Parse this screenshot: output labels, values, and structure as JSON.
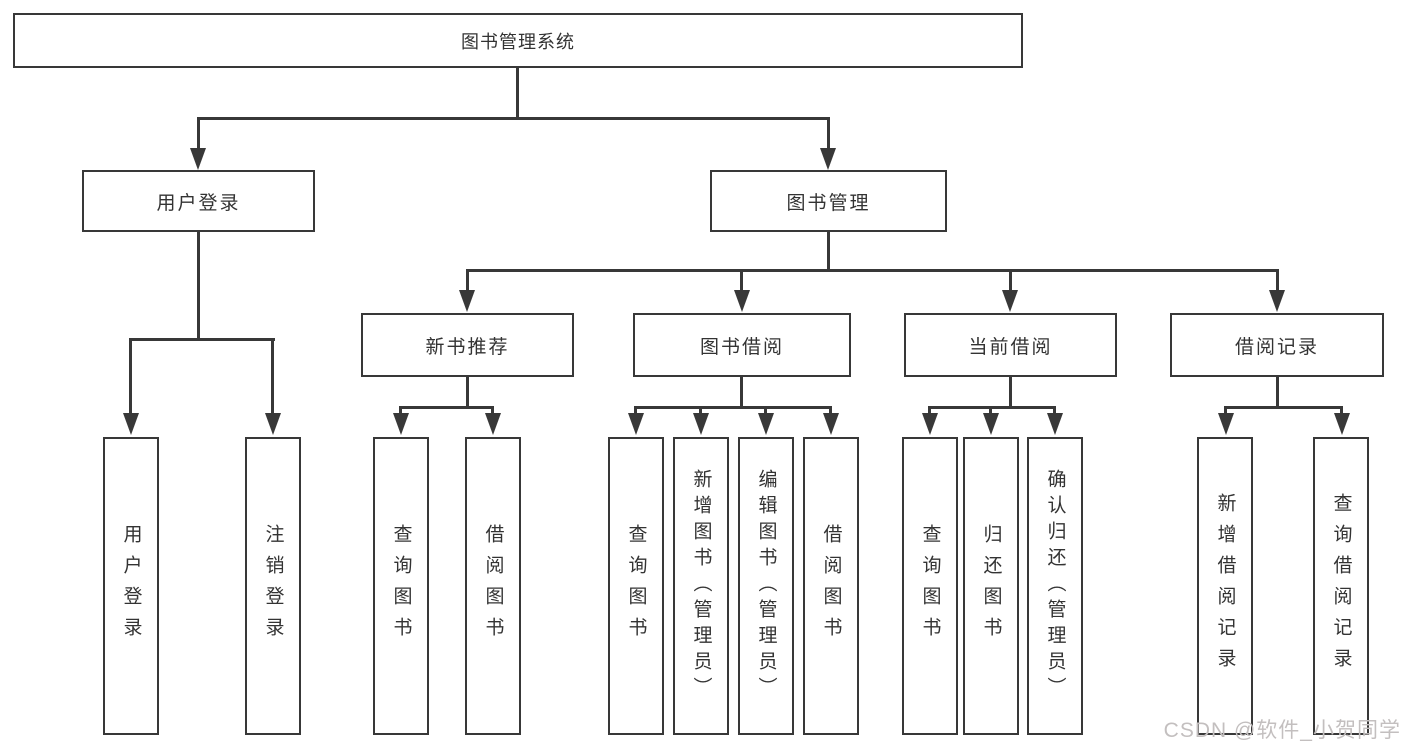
{
  "diagram": {
    "title": "图书管理系统",
    "level2": [
      {
        "label": "用户登录"
      },
      {
        "label": "图书管理"
      }
    ],
    "level3": [
      {
        "label": "新书推荐"
      },
      {
        "label": "图书借阅"
      },
      {
        "label": "当前借阅"
      },
      {
        "label": "借阅记录"
      }
    ],
    "leaves": [
      {
        "parent": "用户登录",
        "label": "用户登录"
      },
      {
        "parent": "用户登录",
        "label": "注销登录"
      },
      {
        "parent": "新书推荐",
        "label": "查询图书"
      },
      {
        "parent": "新书推荐",
        "label": "借阅图书"
      },
      {
        "parent": "图书借阅",
        "label": "查询图书"
      },
      {
        "parent": "图书借阅",
        "label": "新增图书（管理员）"
      },
      {
        "parent": "图书借阅",
        "label": "编辑图书（管理员）"
      },
      {
        "parent": "图书借阅",
        "label": "借阅图书"
      },
      {
        "parent": "当前借阅",
        "label": "查询图书"
      },
      {
        "parent": "当前借阅",
        "label": "归还图书"
      },
      {
        "parent": "当前借阅",
        "label": "确认归还（管理员）"
      },
      {
        "parent": "借阅记录",
        "label": "新增借阅记录"
      },
      {
        "parent": "借阅记录",
        "label": "查询借阅记录"
      }
    ],
    "colors": {
      "line": "#383838",
      "text": "#333333",
      "box_background": "#ffffff",
      "watermark": "#c3bfbf"
    }
  },
  "watermark": {
    "text": "CSDN @软件_小贺同学"
  }
}
